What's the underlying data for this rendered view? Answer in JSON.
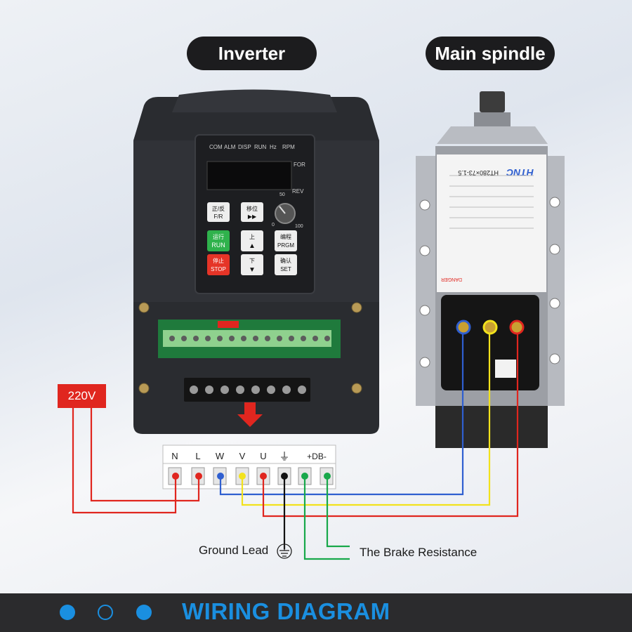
{
  "headers": {
    "inverter": "Inverter",
    "spindle": "Main spindle"
  },
  "inverter": {
    "indicators": [
      "COM",
      "ALM",
      "DISP",
      "RUN",
      "Hz",
      "RPM"
    ],
    "for_label": "FOR",
    "rev_label": "REV",
    "knob_min": "0",
    "knob_mid": "50",
    "knob_max": "100",
    "buttons": {
      "fr": {
        "zh": "正/反",
        "en": "F/R"
      },
      "shift": {
        "zh": "移位",
        "en": "▶▶"
      },
      "run": {
        "zh": "运行",
        "en": "RUN"
      },
      "up": {
        "zh": "上",
        "en": "▲"
      },
      "prgm": {
        "zh": "编程",
        "en": "PRGM"
      },
      "stop": {
        "zh": "停止",
        "en": "STOP"
      },
      "down": {
        "zh": "下",
        "en": "▼"
      },
      "set": {
        "zh": "确认",
        "en": "SET"
      }
    }
  },
  "spindle": {
    "brand": "HTNC",
    "model": "HT280×73-1.5",
    "danger": "DANGER"
  },
  "terminals": {
    "labels": [
      "N",
      "L",
      "W",
      "V",
      "U",
      "⏚",
      "+DB-"
    ]
  },
  "annotations": {
    "voltage": "220V",
    "ground_lead": "Ground Lead",
    "brake_resistance": "The Brake Resistance"
  },
  "footer": {
    "title": "WIRING DIAGRAM"
  },
  "colors": {
    "red": "#e0261f",
    "blue": "#2f5fd0",
    "yellow": "#f2e21c",
    "green": "#18a84a",
    "black": "#111111",
    "accent": "#1a8fe0"
  }
}
